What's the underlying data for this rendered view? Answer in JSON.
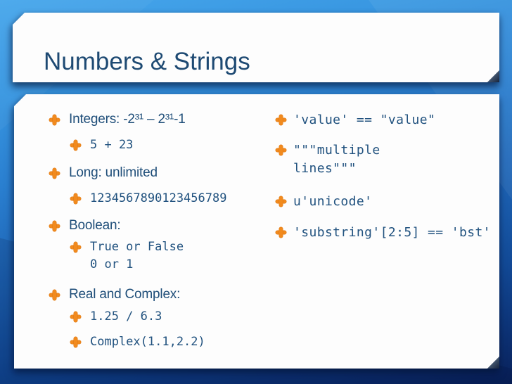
{
  "slide": {
    "title": "Numbers & Strings"
  },
  "left_column": {
    "items": [
      {
        "text": "Integers: -2³¹ – 2³¹-1"
      },
      {
        "text": "5 + 23"
      },
      {
        "text": "Long: unlimited"
      },
      {
        "text": "1234567890123456789"
      },
      {
        "text": "Boolean:"
      },
      {
        "text": "True or False"
      },
      {
        "text": "0 or 1"
      },
      {
        "text": "Real and Complex:"
      },
      {
        "text": "1.25 / 6.3"
      },
      {
        "text": "Complex(1.1,2.2)"
      }
    ]
  },
  "right_column": {
    "items": [
      {
        "text": "'value' == \"value\""
      },
      {
        "text": "\"\"\"multiple"
      },
      {
        "text": "lines\"\"\""
      },
      {
        "text": "u'unicode'"
      },
      {
        "text": "'substring'[2:5] == 'bst'"
      }
    ]
  },
  "icons": {
    "bullet": "plus-icon"
  },
  "colors": {
    "accent_orange": "#F18A1E",
    "text_blue": "#1F4E79",
    "panel_white": "#FDFDFD",
    "background_top": "#47A7EC",
    "background_bottom": "#09215A",
    "fold_shadow": "#3D4F68"
  }
}
